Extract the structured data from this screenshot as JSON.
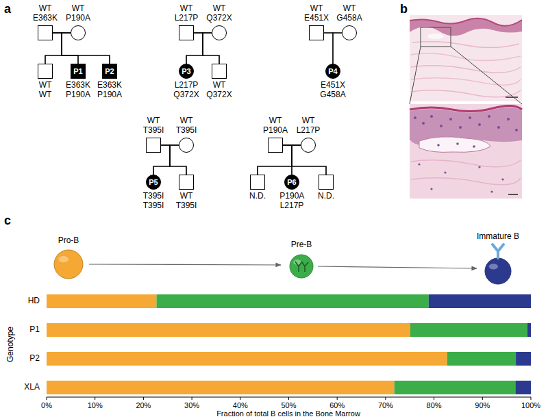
{
  "diagram": {
    "nodes": [
      {
        "text": [
          "WT E363K"
        ]
      },
      {
        "text": [
          "WT P190A"
        ]
      },
      {
        "text": [
          "WT WT"
        ]
      },
      {
        "text": [
          "P1",
          "E363K P190A"
        ]
      },
      {
        "text": [
          "P2",
          "E363K P190A"
        ]
      },
      {
        "text": [
          "WT L217P"
        ]
      },
      {
        "text": [
          "WT Q372X"
        ]
      },
      {
        "text": [
          "P3",
          "L217P Q372X"
        ]
      },
      {
        "text": [
          "WT Q372X"
        ]
      },
      {
        "text": [
          "WT E451X"
        ]
      },
      {
        "text": [
          "WT G458A"
        ]
      },
      {
        "text": [
          "P4",
          "E451X G458A"
        ]
      },
      {
        "text": [
          "WT T395I"
        ]
      },
      {
        "text": [
          "WT T395I"
        ]
      },
      {
        "text": [
          "P5",
          "T395I T395I"
        ]
      },
      {
        "text": [
          "WT T395I"
        ]
      },
      {
        "text": [
          "WT P190A"
        ]
      },
      {
        "text": [
          "WT L217P"
        ]
      },
      {
        "text": [
          "N.D."
        ]
      },
      {
        "text": [
          "P6",
          "P190A L217P"
        ]
      },
      {
        "text": [
          "N.D."
        ]
      }
    ],
    "edges": [
      {
        "from": 0,
        "to": 1,
        "arrow": "none"
      },
      {
        "from": 0,
        "to": 2,
        "arrow": "none"
      },
      {
        "from": 0,
        "to": 3,
        "arrow": "none"
      },
      {
        "from": 0,
        "to": 4,
        "arrow": "none"
      },
      {
        "from": 1,
        "to": 2,
        "arrow": "none"
      },
      {
        "from": 1,
        "to": 3,
        "arrow": "none"
      },
      {
        "from": 1,
        "to": 4,
        "arrow": "none"
      },
      {
        "from": 5,
        "to": 6,
        "arrow": "none"
      },
      {
        "from": 5,
        "to": 7,
        "arrow": "none"
      },
      {
        "from": 5,
        "to": 8,
        "arrow": "none"
      },
      {
        "from": 6,
        "to": 7,
        "arrow": "none"
      },
      {
        "from": 6,
        "to": 8,
        "arrow": "none"
      },
      {
        "from": 9,
        "to": 10,
        "arrow": "none"
      },
      {
        "from": 9,
        "to": 11,
        "arrow": "none"
      },
      {
        "from": 10,
        "to": 11,
        "arrow": "none"
      },
      {
        "from": 12,
        "to": 13,
        "arrow": "none"
      },
      {
        "from": 12,
        "to": 14,
        "arrow": "none"
      },
      {
        "from": 12,
        "to": 15,
        "arrow": "none"
      },
      {
        "from": 13,
        "to": 14,
        "arrow": "none"
      },
      {
        "from": 13,
        "to": 15,
        "arrow": "none"
      },
      {
        "from": 16,
        "to": 17,
        "arrow": "none"
      },
      {
        "from": 16,
        "to": 18,
        "arrow": "none"
      },
      {
        "from": 16,
        "to": 19,
        "arrow": "none"
      },
      {
        "from": 16,
        "to": 20,
        "arrow": "none"
      },
      {
        "from": 17,
        "to": 18,
        "arrow": "none"
      },
      {
        "from": 17,
        "to": 19,
        "arrow": "none"
      },
      {
        "from": 17,
        "to": 20,
        "arrow": "none"
      }
    ],
    "labels": [
      "a",
      "b",
      "c",
      "Genotype",
      "HD",
      "P1",
      "P2",
      "XLA",
      "0%",
      "10%",
      "20%",
      "30%",
      "40%",
      "50%",
      "60%",
      "70%",
      "80%",
      "90%",
      "100%",
      "Fraction of total B cells in the Bone Marrow"
    ],
    "legend": [
      {
        "text": "Pro-B",
        "color": "#f5a833"
      },
      {
        "text": "Pre-B",
        "color": "#3cae49"
      },
      {
        "text": "Immature B",
        "color": "#2b3a8f"
      }
    ]
  }
}
